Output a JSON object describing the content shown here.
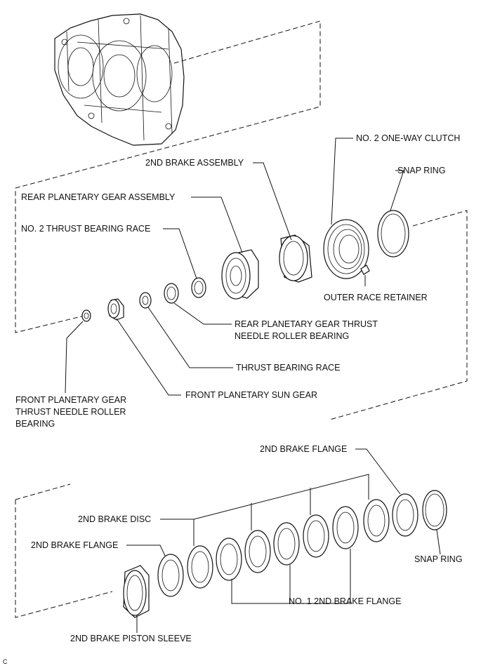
{
  "labels": {
    "no2_one_way_clutch": "NO. 2 ONE-WAY CLUTCH",
    "second_brake_assembly": "2ND BRAKE ASSEMBLY",
    "snap_ring_top": "SNAP RING",
    "rear_planetary_gear_assembly": "REAR PLANETARY GEAR ASSEMBLY",
    "no2_thrust_bearing_race": "NO. 2 THRUST BEARING RACE",
    "outer_race_retainer": "OUTER RACE RETAINER",
    "rear_planetary_thrust_bearing_1": "REAR PLANETARY GEAR THRUST",
    "rear_planetary_thrust_bearing_2": "NEEDLE ROLLER BEARING",
    "thrust_bearing_race": "THRUST BEARING RACE",
    "front_planetary_sun_gear": "FRONT PLANETARY SUN GEAR",
    "front_planetary_thrust_1": "FRONT PLANETARY GEAR",
    "front_planetary_thrust_2": "THRUST NEEDLE ROLLER",
    "front_planetary_thrust_3": "BEARING",
    "second_brake_flange_top": "2ND BRAKE FLANGE",
    "second_brake_disc": "2ND BRAKE DISC",
    "second_brake_flange_left": "2ND BRAKE FLANGE",
    "snap_ring_bottom": "SNAP RING",
    "no1_second_brake_flange": "NO. 1 2ND BRAKE FLANGE",
    "second_brake_piston_sleeve": "2ND BRAKE PISTON SLEEVE",
    "figure_code": "C"
  }
}
